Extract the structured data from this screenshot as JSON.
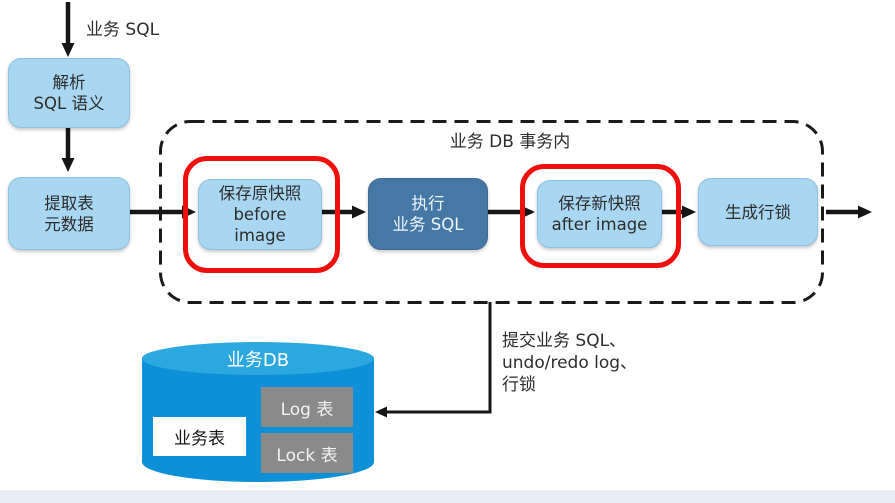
{
  "diagram": {
    "input_label": "业务 SQL",
    "nodes": {
      "parse_sql": "解析\nSQL 语义",
      "extract_meta": "提取表\n元数据",
      "save_before_image": "保存原快照\nbefore\nimage",
      "execute_sql": "执行\n业务 SQL",
      "save_after_image": "保存新快照\nafter image",
      "generate_row_lock": "生成行锁"
    },
    "transaction_container_label": "业务 DB 事务内",
    "commit_note": "提交业务 SQL、\nundo/redo log、\n行锁",
    "database": {
      "name": "业务DB",
      "business_table": "业务表",
      "log_table": "Log 表",
      "lock_table": "Lock 表"
    },
    "colors": {
      "light_blue_node": "#a9d6f0",
      "steel_blue_node": "#4678a6",
      "cylinder_top": "#2ca8e1",
      "cylinder_body": "#0e90d8",
      "gray_table_chip": "#8a8a8a",
      "red_highlight": "#ee100d",
      "arrow_black": "#161616",
      "footer_strip": "#e9edf6"
    }
  }
}
